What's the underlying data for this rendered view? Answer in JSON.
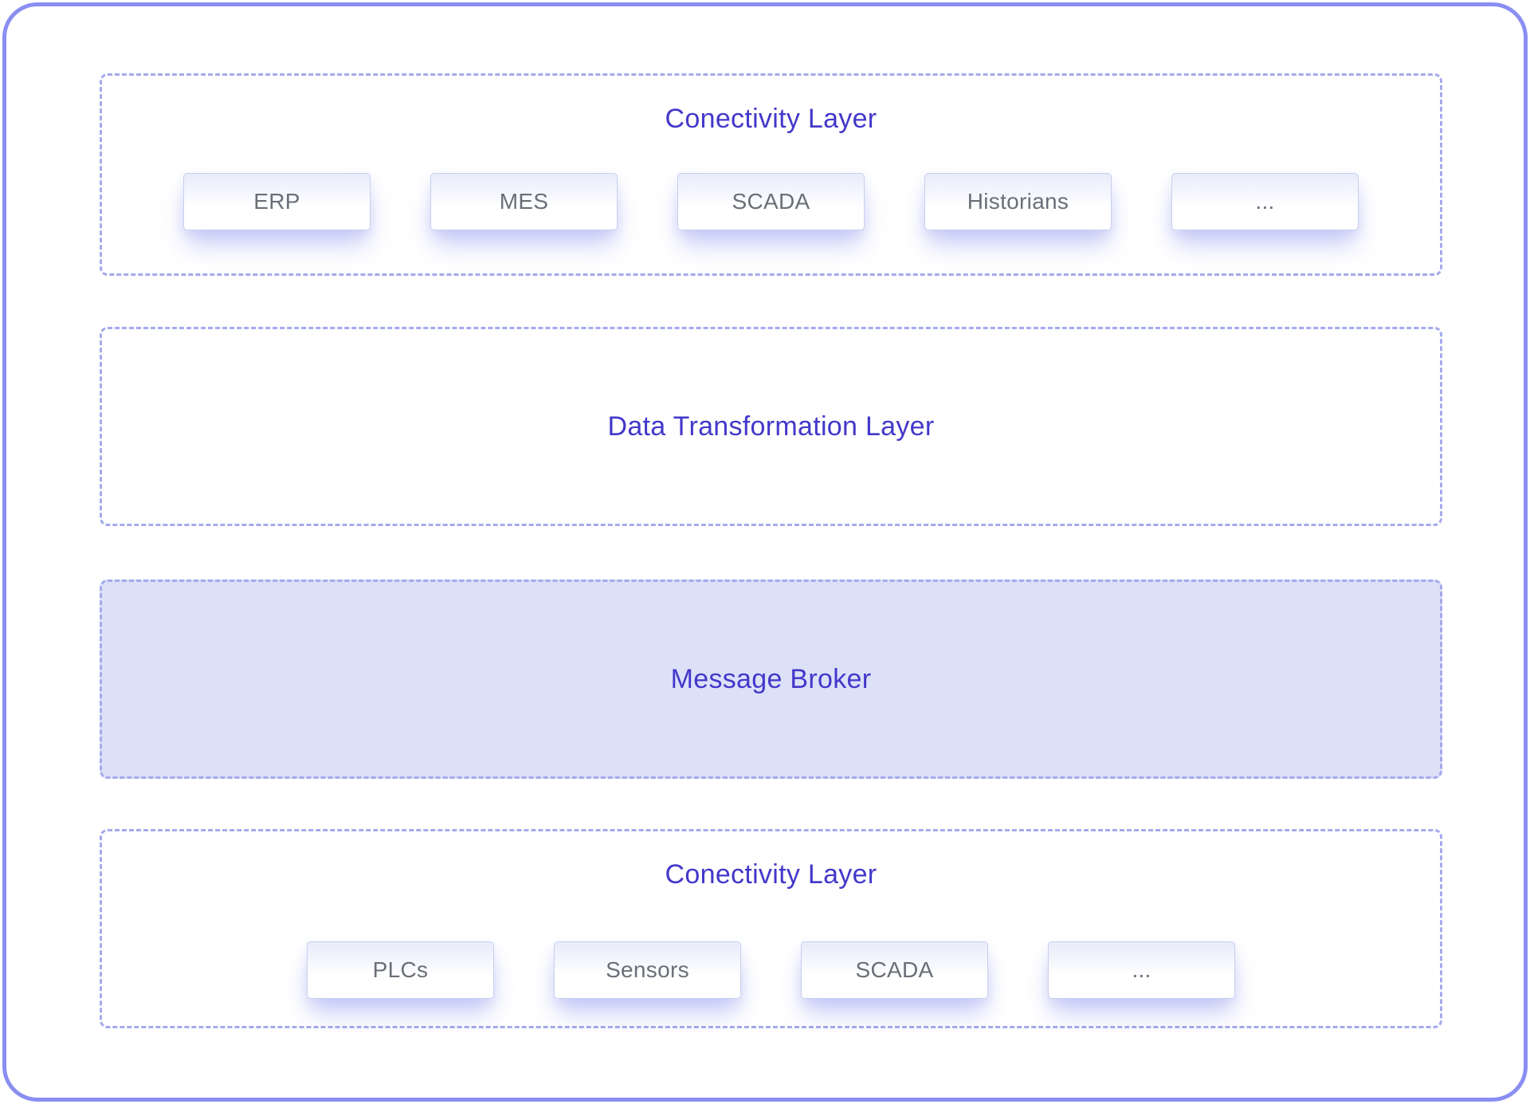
{
  "diagram": {
    "colors": {
      "outer_border": "#8b8ef1",
      "dashed_border": "#a4aaec",
      "title_text": "#4338ca",
      "node_border": "#c9cfef",
      "node_text": "#6a6f77",
      "broker_fill": "#dce1f8"
    },
    "layers": [
      {
        "id": "connectivity-top",
        "title": "Conectivity Layer",
        "boxes": [
          "ERP",
          "MES",
          "SCADA",
          "Historians",
          "..."
        ]
      },
      {
        "id": "data-transformation",
        "title": "Data Transformation Layer",
        "boxes": []
      },
      {
        "id": "message-broker",
        "title": "Message Broker",
        "boxes": [],
        "filled": true
      },
      {
        "id": "connectivity-bottom",
        "title": "Conectivity Layer",
        "boxes": [
          "PLCs",
          "Sensors",
          "SCADA",
          "..."
        ]
      }
    ]
  }
}
